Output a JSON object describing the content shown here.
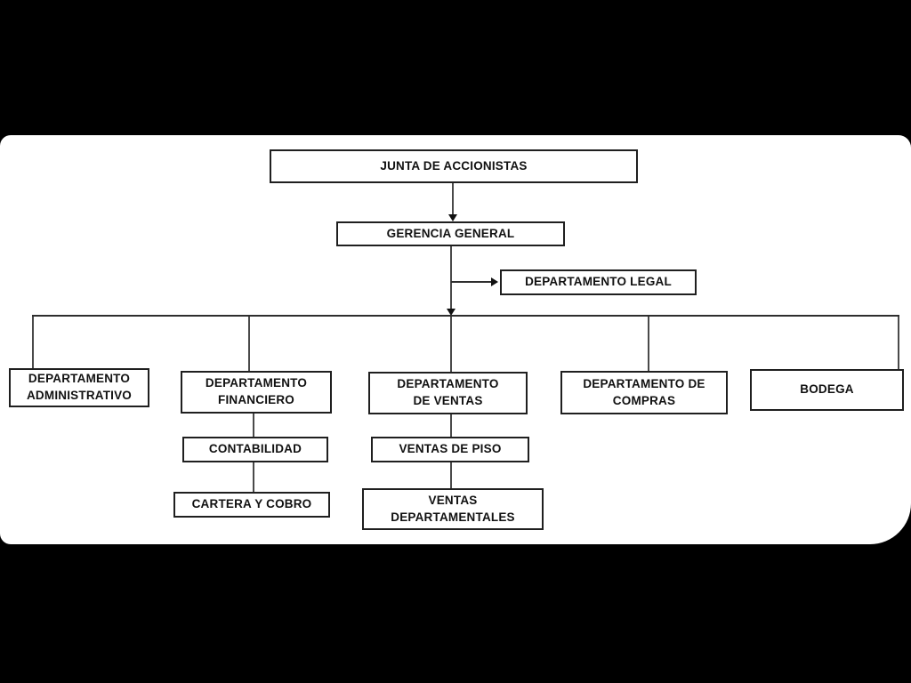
{
  "org_chart": {
    "nodes": {
      "junta": {
        "label": "JUNTA DE ACCIONISTAS"
      },
      "gerencia": {
        "label": "GERENCIA GENERAL"
      },
      "legal": {
        "label": "DEPARTAMENTO LEGAL"
      },
      "administrativo": {
        "line1": "DEPARTAMENTO",
        "line2": "ADMINISTRATIVO"
      },
      "financiero": {
        "line1": "DEPARTAMENTO",
        "line2": "FINANCIERO"
      },
      "ventas": {
        "line1": "DEPARTAMENTO",
        "line2": "DE VENTAS"
      },
      "compras": {
        "line1": "DEPARTAMENTO DE",
        "line2": "COMPRAS"
      },
      "bodega": {
        "label": "BODEGA"
      },
      "contabilidad": {
        "label": "CONTABILIDAD"
      },
      "ventas_piso": {
        "label": "VENTAS DE PISO"
      },
      "cartera": {
        "label": "CARTERA Y COBRO"
      },
      "ventas_departamentales": {
        "line1": "VENTAS",
        "line2": "DEPARTAMENTALES"
      }
    },
    "edges": [
      {
        "from": "junta",
        "to": "gerencia",
        "arrow": true
      },
      {
        "from": "gerencia",
        "to": "legal",
        "arrow": true
      },
      {
        "from": "gerencia",
        "to": "administrativo",
        "arrow": false
      },
      {
        "from": "gerencia",
        "to": "financiero",
        "arrow": false
      },
      {
        "from": "gerencia",
        "to": "ventas",
        "arrow": true
      },
      {
        "from": "gerencia",
        "to": "compras",
        "arrow": false
      },
      {
        "from": "gerencia",
        "to": "bodega",
        "arrow": false
      },
      {
        "from": "financiero",
        "to": "contabilidad",
        "arrow": false
      },
      {
        "from": "contabilidad",
        "to": "cartera",
        "arrow": false
      },
      {
        "from": "ventas",
        "to": "ventas_piso",
        "arrow": false
      },
      {
        "from": "ventas_piso",
        "to": "ventas_departamentales",
        "arrow": false
      }
    ],
    "colors": {
      "background": "#000000",
      "panel": "#ffffff",
      "box_border": "#1f1f1f",
      "text": "#111111",
      "connector": "#4a4a4a"
    }
  }
}
